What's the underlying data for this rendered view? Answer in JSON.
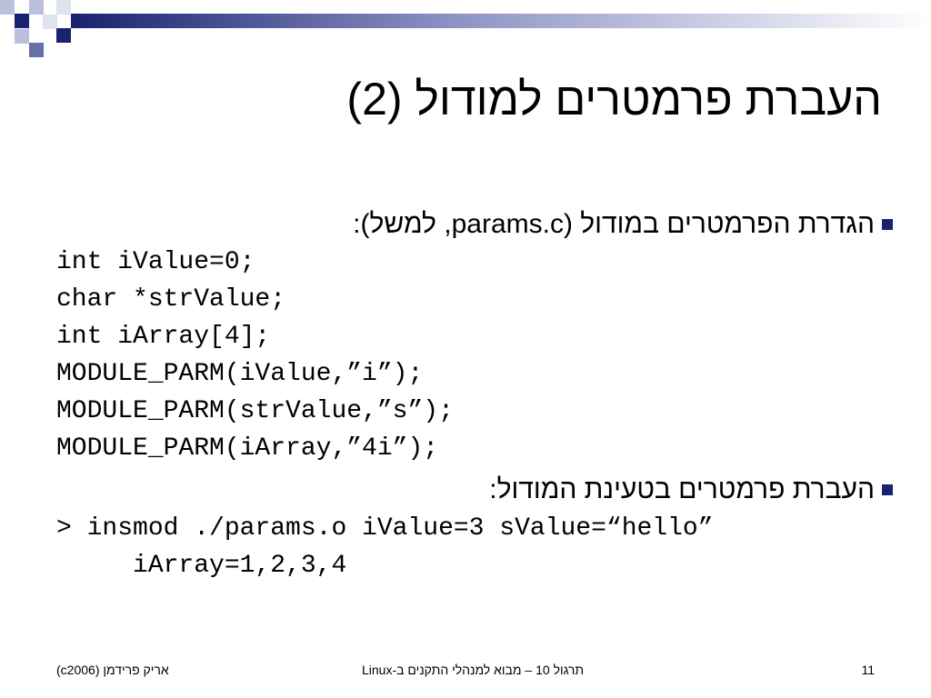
{
  "slide": {
    "title": "העברת פרמטרים למודול (2)",
    "bullets": [
      {
        "text": "הגדרת הפרמטרים במודול (params.c, למשל):"
      },
      {
        "text": "העברת פרמטרים בטעינת המודול:"
      }
    ],
    "code_block_1": [
      "int iValue=0;",
      "char *strValue;",
      "int iArray[4];",
      "MODULE_PARM(iValue,”i”);",
      "MODULE_PARM(strValue,”s”);",
      "MODULE_PARM(iArray,”4i”);"
    ],
    "code_block_2": [
      "> insmod ./params.o iValue=3 sValue=“hello”",
      "     iArray=1,2,3,4"
    ]
  },
  "footer": {
    "author": "אריק פרידמן (c2006)",
    "course": "תרגול 10 – מבוא למנהלי התקנים ב-Linux",
    "page_number": "11"
  },
  "colors": {
    "accent_dark": "#1a2170",
    "accent_mid": "#6670a8",
    "accent_light": "#b9bfdc",
    "accent_pale": "#dfe2ef"
  }
}
